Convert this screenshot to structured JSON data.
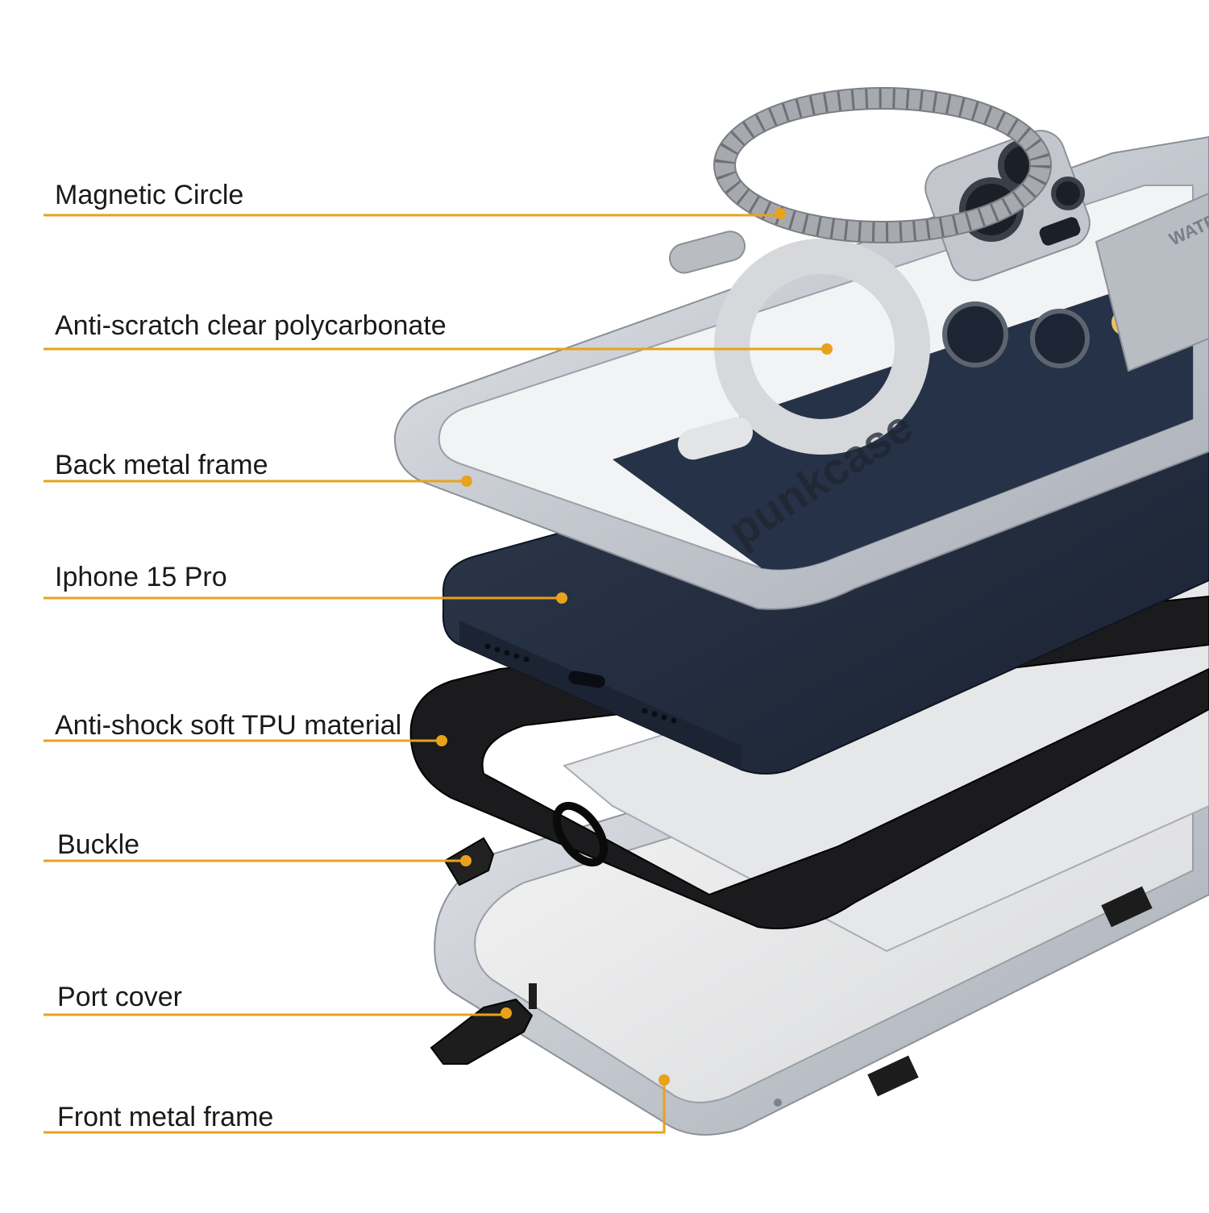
{
  "accent_color": "#e8a21c",
  "brand_text": "punkcase",
  "case_text": "WATE",
  "callouts": [
    {
      "label": "Magnetic Circle"
    },
    {
      "label": "Anti-scratch clear polycarbonate"
    },
    {
      "label": "Back metal frame"
    },
    {
      "label": "Iphone 15 Pro"
    },
    {
      "label": "Anti-shock soft TPU material"
    },
    {
      "label": "Buckle"
    },
    {
      "label": "Port cover"
    },
    {
      "label": "Front metal frame"
    }
  ]
}
